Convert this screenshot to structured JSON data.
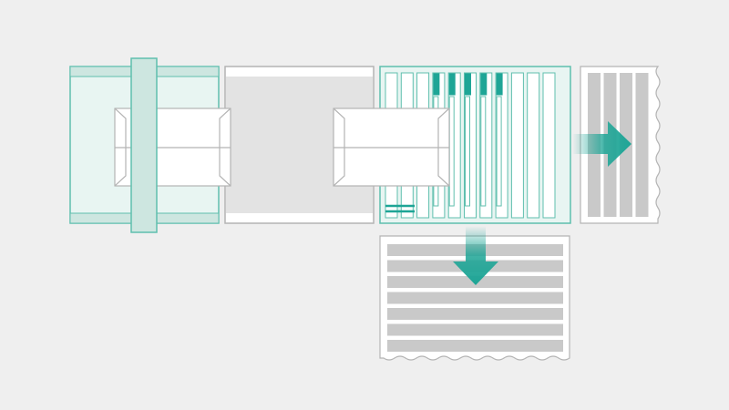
{
  "colors": {
    "background": "#efefef",
    "teal": "#1ea596",
    "teal_stroke": "#5fbfae",
    "teal_light": "#e8f5f2",
    "teal_mid": "#cde6e0",
    "gray_panel": "#e3e3e3",
    "gray_bar": "#c9c9c9",
    "outline": "#b4b4b4",
    "white": "#ffffff"
  },
  "icons": {
    "right_arrow": "arrow-right-icon",
    "down_arrow": "arrow-down-icon"
  },
  "stages": [
    {
      "id": "stage-1",
      "role": "wrapper-band"
    },
    {
      "id": "stage-2",
      "role": "empty-zone"
    },
    {
      "id": "stage-3",
      "role": "slot-rack"
    },
    {
      "id": "stage-4",
      "role": "vertical-output"
    },
    {
      "id": "stage-5",
      "role": "horizontal-output"
    }
  ],
  "slot_rack": {
    "slot_count": 11,
    "marker_slots": [
      3,
      4,
      5,
      6,
      7
    ]
  },
  "outputs": {
    "vertical_bar_count": 4,
    "horizontal_bar_count": 7
  }
}
